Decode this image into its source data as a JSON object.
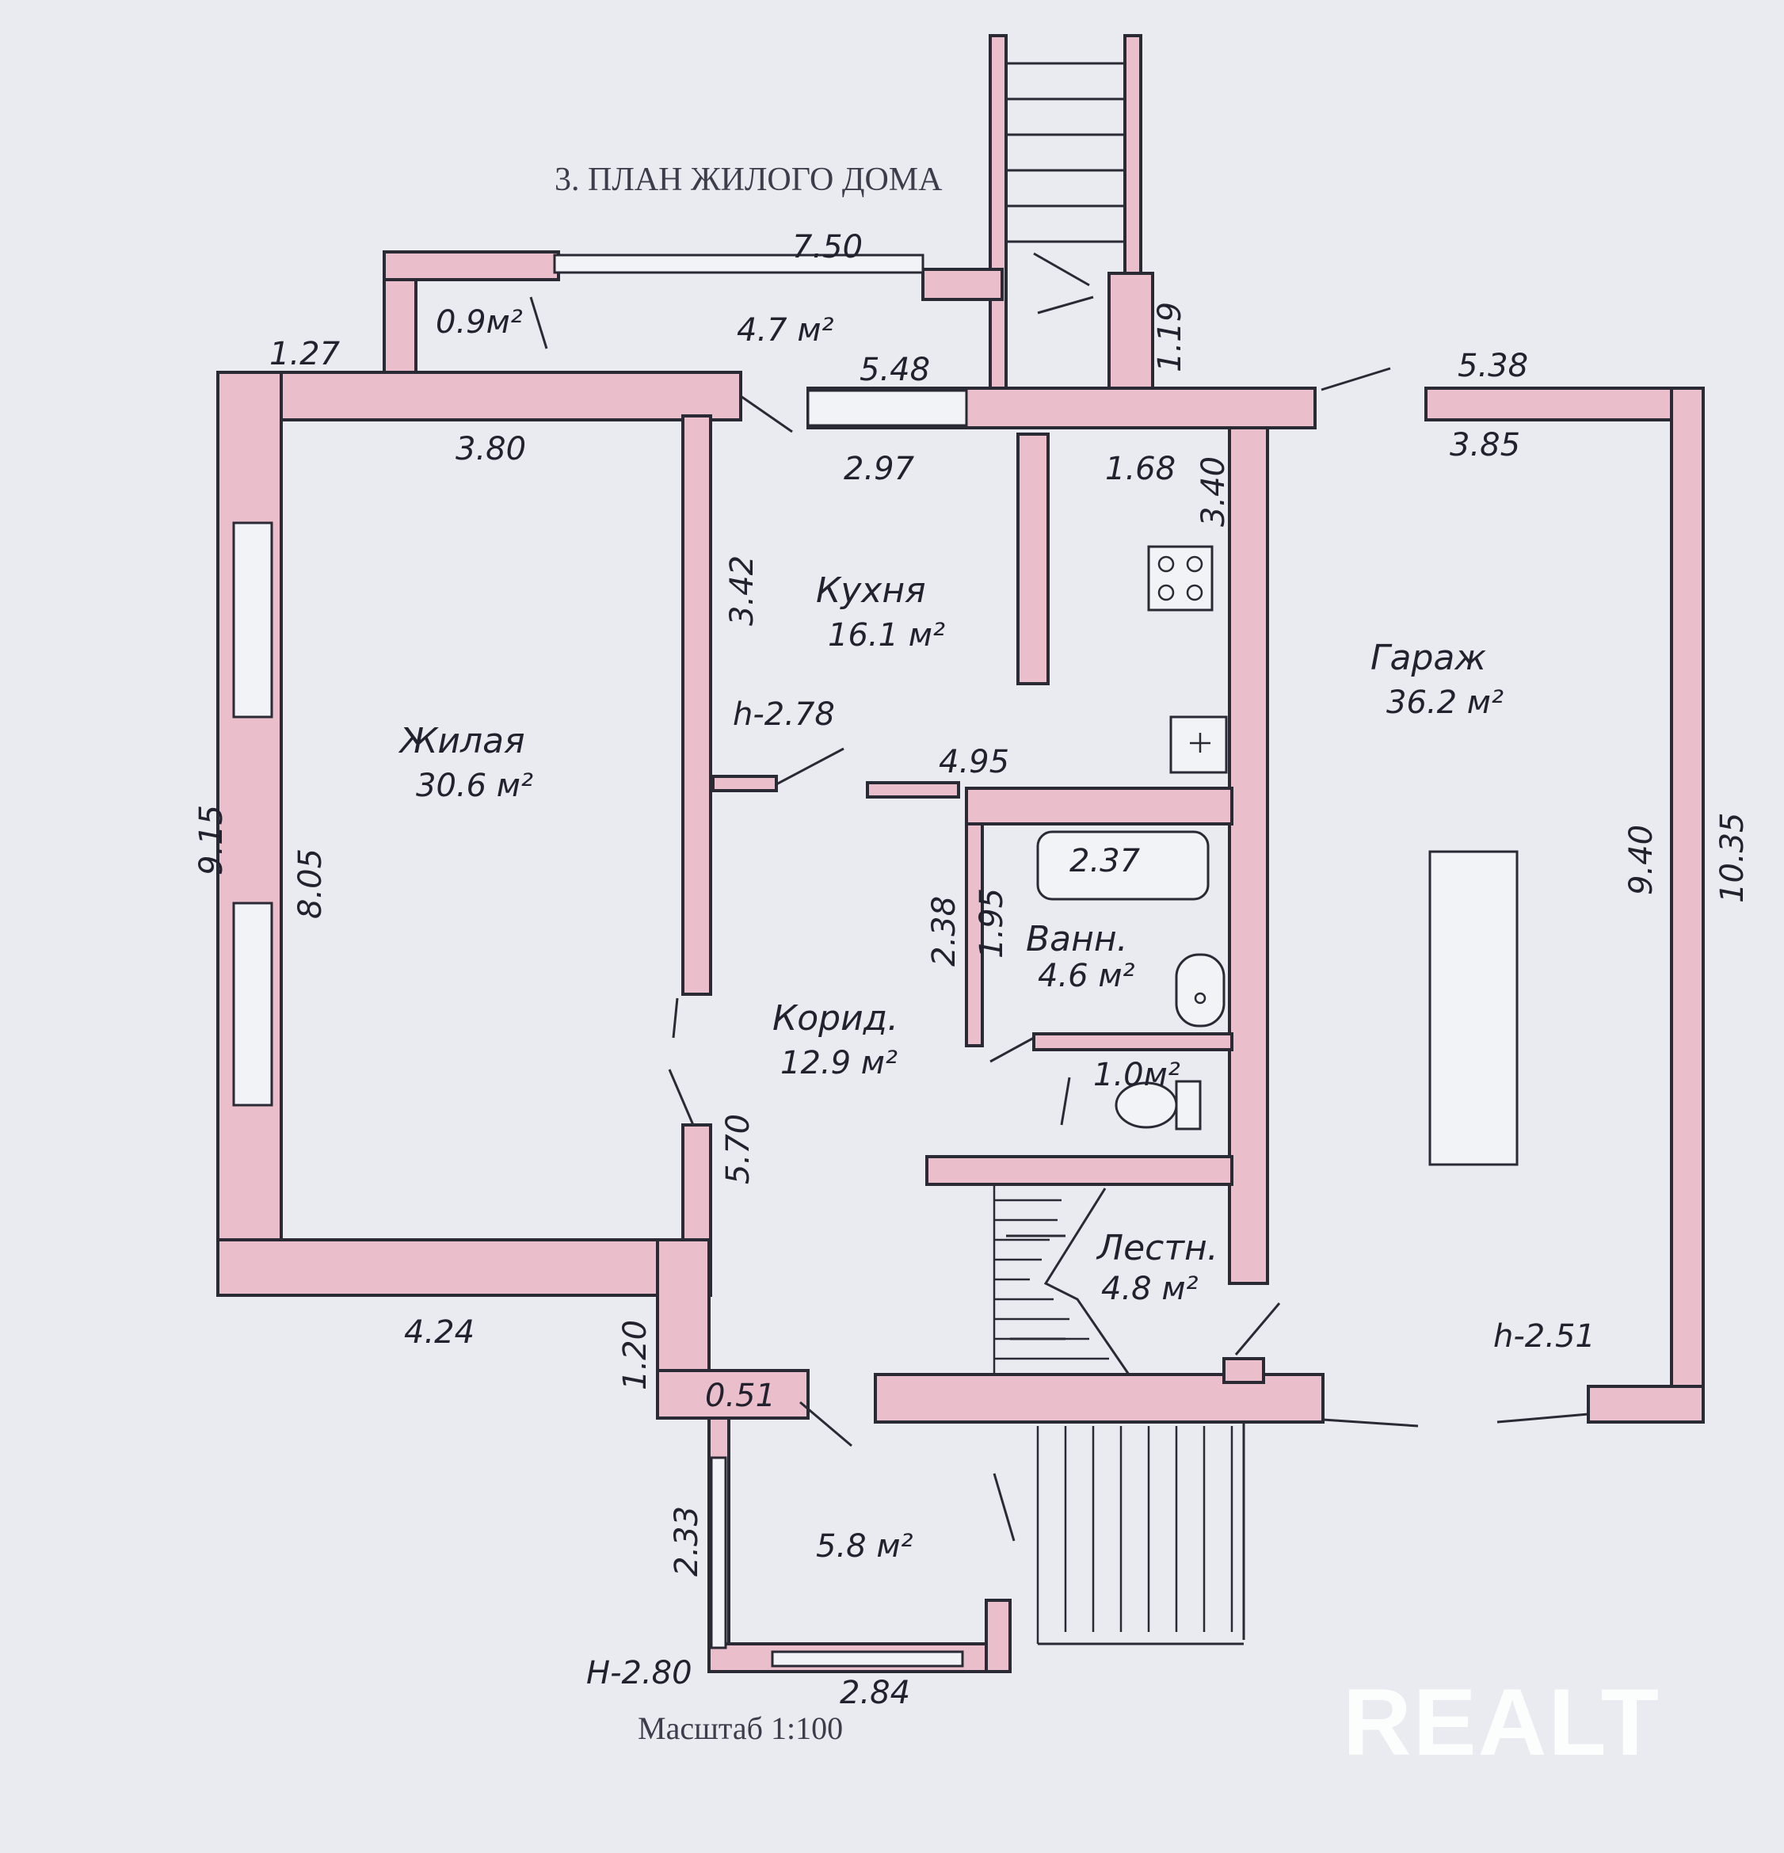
{
  "title": "3. ПЛАН ЖИЛОГО ДОМА",
  "scale": "Масштаб 1:100",
  "watermark": "REALT",
  "rooms": {
    "living": {
      "name": "Жилая",
      "area": "30.6 м²"
    },
    "kitchen": {
      "name": "Кухня",
      "area": "16.1 м²"
    },
    "garage": {
      "name": "Гараж",
      "area": "36.2 м²"
    },
    "bath": {
      "name": "Ванн.",
      "area": "4.6 м²"
    },
    "corridor": {
      "name": "Корид.",
      "area": "12.9 м²"
    },
    "stairs": {
      "name": "Лестн.",
      "area": "4.8 м²"
    },
    "toilet": {
      "area": "1.0м²"
    },
    "porch": {
      "area": "5.8 м²"
    },
    "veranda": {
      "area": "4.7 м²"
    },
    "closet": {
      "area": "0.9м²"
    }
  },
  "dimensions": {
    "d750": "7.50",
    "d127": "1.27",
    "d548": "5.48",
    "d119": "1.19",
    "d538": "5.38",
    "d380": "3.80",
    "d297": "2.97",
    "d168": "1.68",
    "d340": "3.40",
    "d385": "3.85",
    "d342": "3.42",
    "h278": "h-2.78",
    "d495": "4.95",
    "d915": "9.15",
    "d805": "8.05",
    "d940": "9.40",
    "d1035": "10.35",
    "d237": "2.37",
    "d238": "2.38",
    "d195": "1.95",
    "d570": "5.70",
    "d424": "4.24",
    "d120": "1.20",
    "d051": "0.51",
    "h251": "h-2.51",
    "d233": "2.33",
    "H280": "H-2.80",
    "d284": "2.84"
  }
}
